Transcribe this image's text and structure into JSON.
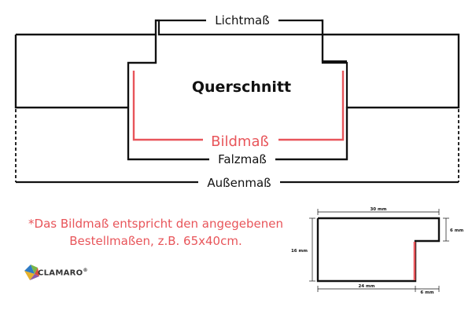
{
  "main": {
    "lichtmass": "Lichtmaß",
    "querschnitt": "Querschnitt",
    "bildmass": "Bildmaß",
    "falzmass": "Falzmaß",
    "aussenmass": "Außenmaß"
  },
  "note": {
    "line1": "*Das Bildmaß entspricht den angegebenen",
    "line2": "Bestellmaßen, z.B. 65x40cm."
  },
  "brand": {
    "name": "CLAMARO",
    "mark": "®"
  },
  "small_diagram": {
    "width_label": "30 mm",
    "right_label": "6 mm",
    "height_label": "16 mm",
    "bottom_left_label": "24 mm",
    "bottom_right_label": "6 mm"
  },
  "colors": {
    "accent_red": "#e8555a",
    "line": "#111111"
  },
  "icons": {
    "logo": "clamaro-logo-icon"
  }
}
